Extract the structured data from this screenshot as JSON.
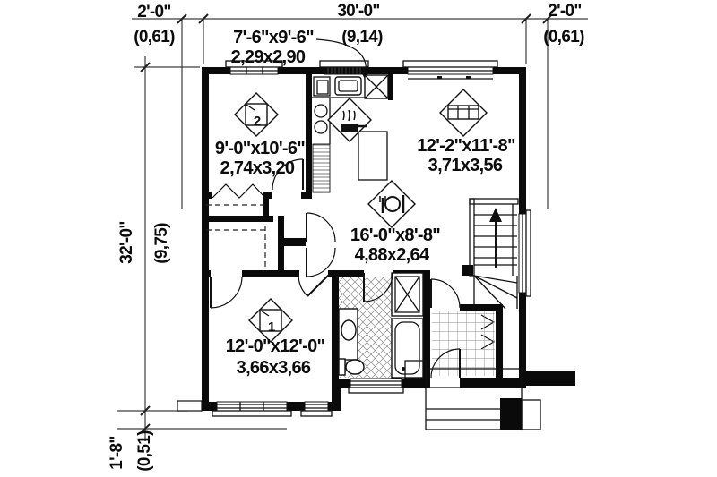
{
  "plan": {
    "title": "bungalow-first-floor-plan",
    "dims": {
      "top_left_ft": "2'-0\"",
      "top_left_m": "(0,61)",
      "top_span_ft": "30'-0\"",
      "top_span_m": "(9,14)",
      "top_right_ft": "2'-0\"",
      "top_right_m": "(0,61)",
      "left_ft": "32'-0\"",
      "left_m": "(9,75)",
      "bottom_ft": "1'-8\"",
      "bottom_m": "(0,51)"
    },
    "rooms": {
      "kitchen": {
        "ft": "7'-6\"x9'-6\"",
        "m": "2,29x2,90"
      },
      "bedroom2": {
        "ft": "9'-0\"x10'-6\"",
        "m": "2,74x3,20",
        "num": "2"
      },
      "living": {
        "ft": "12'-2\"x11'-8\"",
        "m": "3,71x3,56"
      },
      "dining": {
        "ft": "16'-0\"x8'-8\"",
        "m": "4,88x2,64"
      },
      "bedroom1": {
        "ft": "12'-0\"x12'-0\"",
        "m": "3,66x3,66",
        "num": "1"
      }
    },
    "colors": {
      "ink": "#0c0c0c",
      "paper": "#ffffff",
      "tile": "#8a8a8a"
    }
  }
}
